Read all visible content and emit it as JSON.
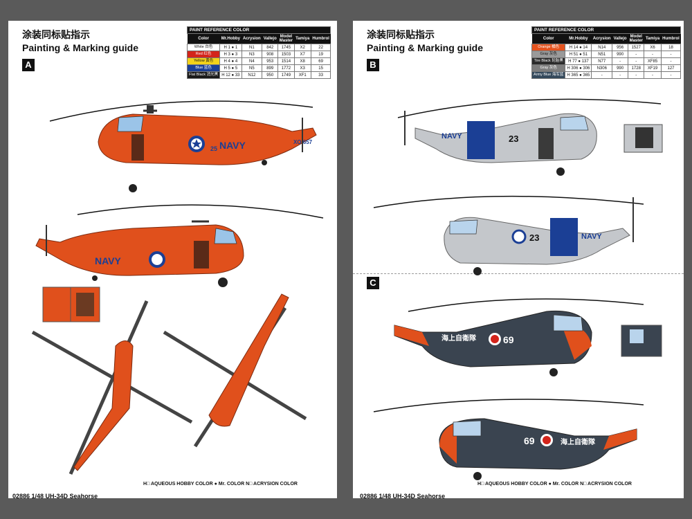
{
  "left": {
    "title_cn": "涂装同标贴指示",
    "title_en": "Painting & Marking guide",
    "section_a": "A",
    "footer": "02886 1/48 UH-34D Seahorse",
    "legend": "H□ AQUEOUS HOBBY COLOR   ● Mr. COLOR   N□ ACRYSION COLOR",
    "marking_navy": "NAVY",
    "marking_num": "25",
    "marking_tail": "XO 657",
    "table": {
      "caption": "PAINT  REFERENCE COLOR",
      "headers": [
        "Color",
        "Mr.Hobby",
        "Acrysion",
        "Vallejo",
        "Model Master",
        "Tamiya",
        "Humbrol"
      ],
      "rows": [
        {
          "name": "White 白色",
          "color": "#ffffff",
          "text": "#111111",
          "hobby": "H 1 ● 1",
          "acry": "N1",
          "vallejo": "842",
          "mm": "1745",
          "tamiya": "X2",
          "humbrol": "22"
        },
        {
          "name": "Red 红色",
          "color": "#d3241b",
          "text": "#ffffff",
          "hobby": "H 3 ● 3",
          "acry": "N3",
          "vallejo": "908",
          "mm": "1503",
          "tamiya": "X7",
          "humbrol": "19"
        },
        {
          "name": "Yellow 黄色",
          "color": "#f3d21a",
          "text": "#111111",
          "hobby": "H 4 ● 4",
          "acry": "N4",
          "vallejo": "953",
          "mm": "1514",
          "tamiya": "X8",
          "humbrol": "69"
        },
        {
          "name": "Blue 蓝色",
          "color": "#1b3f95",
          "text": "#ffffff",
          "hobby": "H 5 ● 5",
          "acry": "N5",
          "vallejo": "899",
          "mm": "1772",
          "tamiya": "X3",
          "humbrol": "15"
        },
        {
          "name": "Flat Black 消光黑",
          "color": "#1a1a1a",
          "text": "#ffffff",
          "hobby": "H 12 ● 33",
          "acry": "N12",
          "vallejo": "950",
          "mm": "1749",
          "tamiya": "XF1",
          "humbrol": "33"
        }
      ]
    }
  },
  "right": {
    "title_cn": "涂装同标贴指示",
    "title_en": "Painting & Marking guide",
    "section_b": "B",
    "section_c": "C",
    "footer": "02886 1/48 UH-34D Seahorse",
    "legend": "H□ AQUEOUS HOBBY COLOR   ● Mr. COLOR   N□ ACRYSION COLOR",
    "marking_navy": "NAVY",
    "marking_num_b": "23",
    "marking_jmsdf": "海上自衛隊",
    "marking_num_c": "69",
    "table": {
      "caption": "PAINT  REFERENCE COLOR",
      "headers": [
        "Color",
        "Mr.Hobby",
        "Acrysion",
        "Vallejo",
        "Model Master",
        "Tamiya",
        "Humbrol"
      ],
      "rows": [
        {
          "name": "Orange 橘色",
          "color": "#e5531e",
          "text": "#ffffff",
          "hobby": "H 14 ● 14",
          "acry": "N14",
          "vallejo": "956",
          "mm": "1527",
          "tamiya": "X6",
          "humbrol": "18"
        },
        {
          "name": "Gray 灰色",
          "color": "#9a9a9a",
          "text": "#111111",
          "hobby": "H 51 ● 51",
          "acry": "N51",
          "vallejo": "990",
          "mm": "-",
          "tamiya": "-",
          "humbrol": "-"
        },
        {
          "name": "Tire Black 轮胎黑",
          "color": "#2b2b2b",
          "text": "#ffffff",
          "hobby": "H 77 ● 137",
          "acry": "N77",
          "vallejo": "-",
          "mm": "-",
          "tamiya": "XF85",
          "humbrol": "-"
        },
        {
          "name": "Gray 灰色",
          "color": "#7d7d7d",
          "text": "#ffffff",
          "hobby": "H 306 ● 306",
          "acry": "N306",
          "vallejo": "990",
          "mm": "1728",
          "tamiya": "XF19",
          "humbrol": "127"
        },
        {
          "name": "Army Blue 海军蓝",
          "color": "#34495c",
          "text": "#ffffff",
          "hobby": "H 365 ● 365",
          "acry": "-",
          "vallejo": "-",
          "mm": "-",
          "tamiya": "-",
          "humbrol": "-"
        }
      ]
    }
  }
}
